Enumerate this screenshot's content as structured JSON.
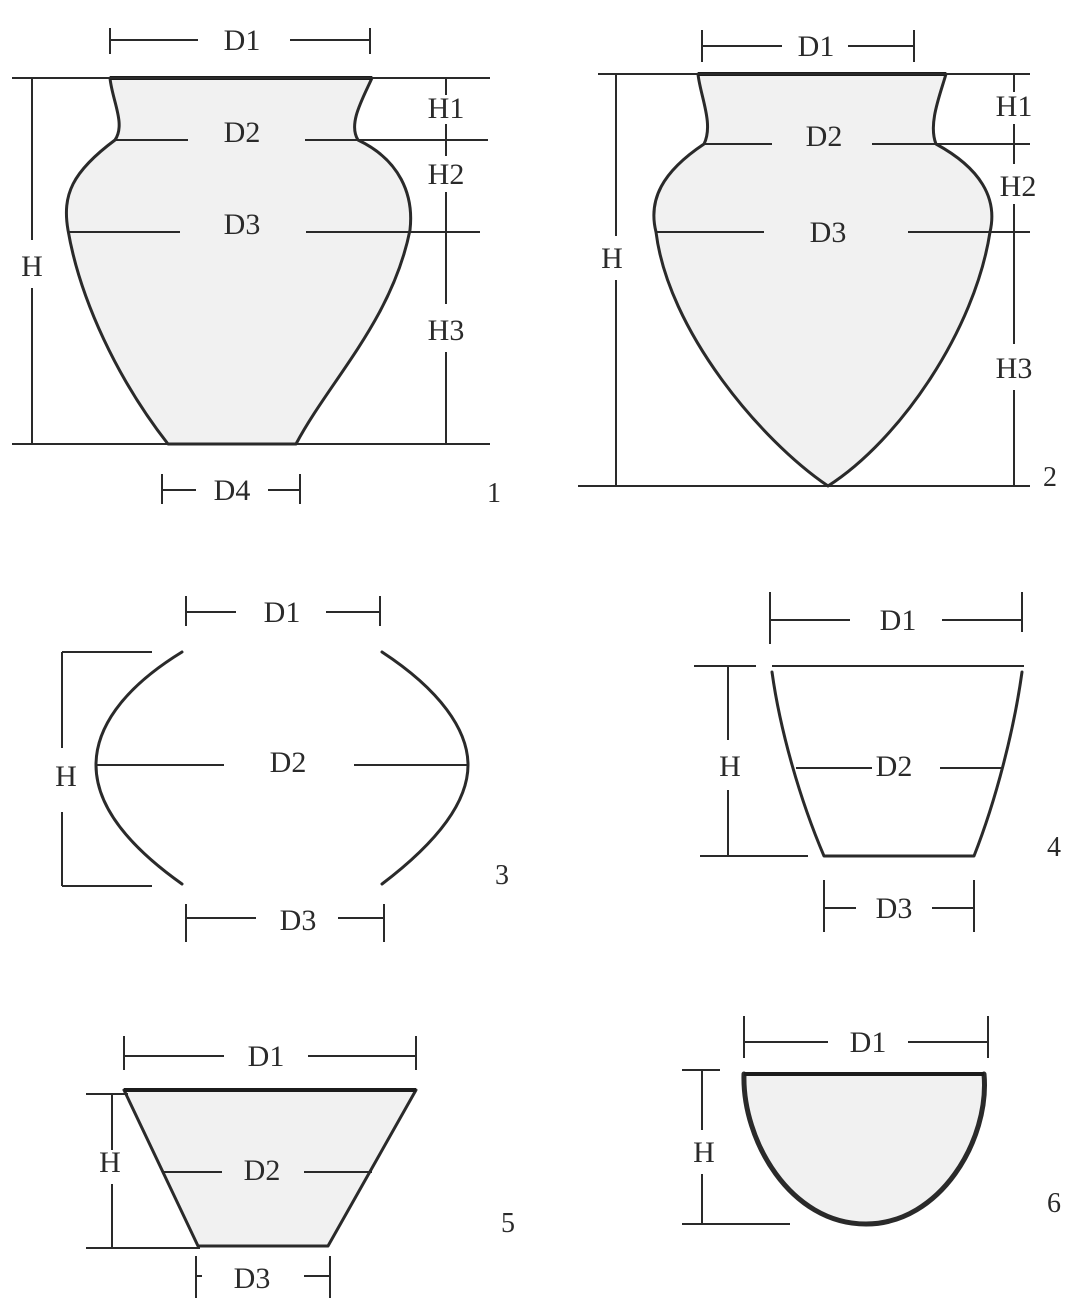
{
  "figures": [
    {
      "number": "1",
      "labels": {
        "d1": "D1",
        "d2": "D2",
        "d3": "D3",
        "d4": "D4",
        "h": "H",
        "h1": "H1",
        "h2": "H2",
        "h3": "H3"
      }
    },
    {
      "number": "2",
      "labels": {
        "d1": "D1",
        "d2": "D2",
        "d3": "D3",
        "h": "H",
        "h1": "H1",
        "h2": "H2",
        "h3": "H3"
      }
    },
    {
      "number": "3",
      "labels": {
        "d1": "D1",
        "d2": "D2",
        "d3": "D3",
        "h": "H"
      }
    },
    {
      "number": "4",
      "labels": {
        "d1": "D1",
        "d2": "D2",
        "d3": "D3",
        "h": "H"
      }
    },
    {
      "number": "5",
      "labels": {
        "d1": "D1",
        "d2": "D2",
        "d3": "D3",
        "h": "H"
      }
    },
    {
      "number": "6",
      "labels": {
        "d1": "D1",
        "h": "H"
      }
    }
  ]
}
